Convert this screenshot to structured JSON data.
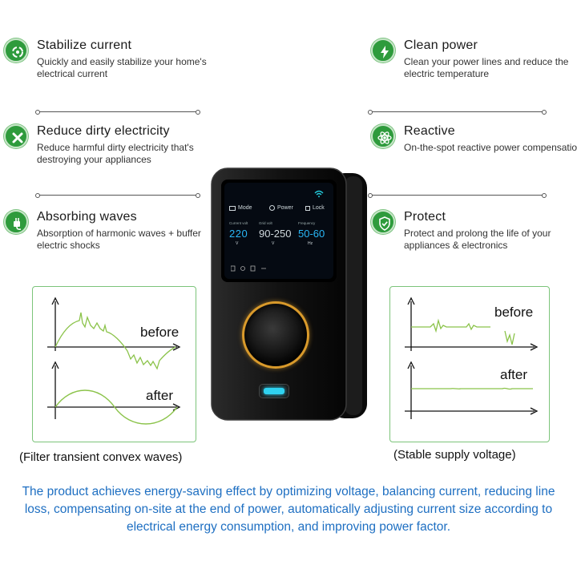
{
  "features_left": [
    {
      "icon": "current-cycle-icon",
      "title": "Stabilize current",
      "desc": "Quickly and easily stabilize your home's electrical current"
    },
    {
      "icon": "cross-icon",
      "title": "Reduce dirty electricity",
      "desc": "Reduce harmful dirty electricity that's destroying your appliances"
    },
    {
      "icon": "plug-icon",
      "title": "Absorbing waves",
      "desc": "Absorption of harmonic waves + buffer electric shocks"
    }
  ],
  "features_right": [
    {
      "icon": "lightning-icon",
      "title": "Clean power",
      "desc": "Clean your power lines and reduce the electric temperature"
    },
    {
      "icon": "atom-icon",
      "title": "Reactive",
      "desc": "On-the-spot reactive power compensation"
    },
    {
      "icon": "shield-icon",
      "title": "Protect",
      "desc": "Protect and prolong the life of your appliances & electronics"
    }
  ],
  "left_panel": {
    "before": "before",
    "after": "after",
    "caption": "(Filter transient convex waves)"
  },
  "right_panel": {
    "before": "before",
    "after": "after",
    "caption": "(Stable supply voltage)"
  },
  "device": {
    "menu": [
      "Mode",
      "Power",
      "Lock"
    ],
    "readouts": [
      {
        "label": "Current volt",
        "value": "220",
        "unit": "V"
      },
      {
        "label": "Grid volt",
        "value": "90-250",
        "unit": "V"
      },
      {
        "label": "Frequency",
        "value": "50-60",
        "unit": "Hz"
      }
    ]
  },
  "bottom_text": "The product achieves energy-saving effect by optimizing voltage, balancing current, reducing line loss, compensating on-site at the end of power, automatically adjusting current size according to electrical energy consumption, and improving power factor.",
  "colors": {
    "accent_green": "#2e9b3c",
    "wave_green": "#8bc34a",
    "panel_border": "#7cc47a",
    "bottom_text_blue": "#1e6fc2"
  }
}
